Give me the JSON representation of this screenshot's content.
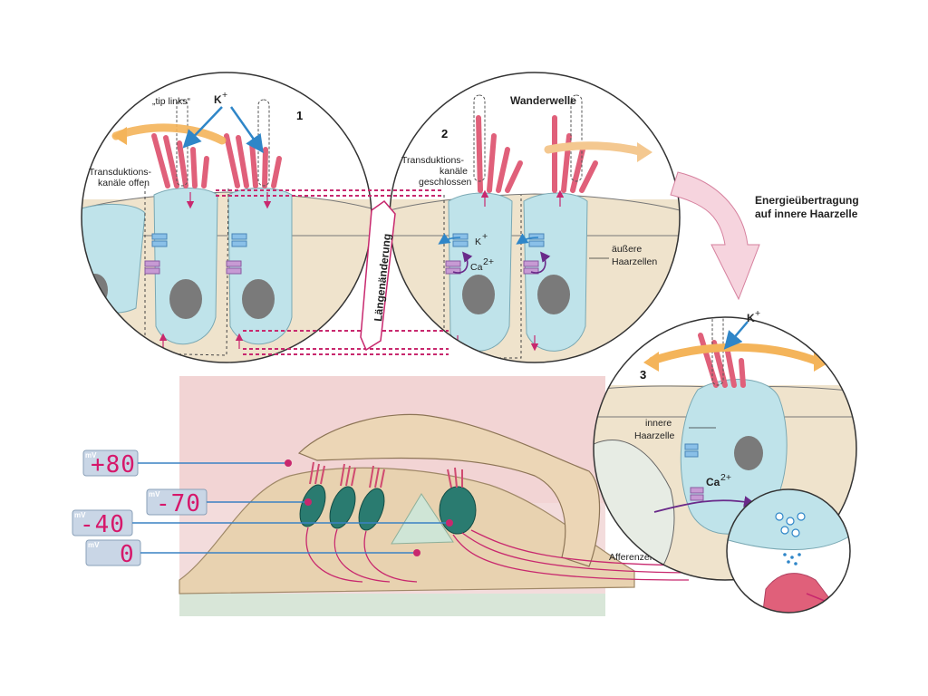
{
  "panel1": {
    "number": "1",
    "tip_links": "„tip links“",
    "k_ion": "K",
    "k_sup": "+",
    "channels_line1": "Transduktions-",
    "channels_line2": "kanäle offen"
  },
  "panel2": {
    "number": "2",
    "wave": "Wanderwelle",
    "channels_line1": "Transduktions-",
    "channels_line2": "kanäle",
    "channels_line3": "geschlossen",
    "k_ion": "K",
    "k_sup": "+",
    "ca_ion": "Ca",
    "ca_sup": "2+",
    "outer_line1": "äußere",
    "outer_line2": "Haarzellen"
  },
  "length_change": "Längenänderung",
  "energy": {
    "line1": "Energieübertragung",
    "line2": "auf innere Haarzelle"
  },
  "panel3": {
    "number": "3",
    "k_ion": "K",
    "k_sup": "+",
    "inner_line1": "innere",
    "inner_line2": "Haarzelle",
    "ca_ion": "Ca",
    "ca_sup": "2+"
  },
  "afferents": "Afferenzen",
  "potentials": [
    {
      "unit": "mV",
      "value": "+80"
    },
    {
      "unit": "mV",
      "value": "-70"
    },
    {
      "unit": "mV",
      "value": "-40"
    },
    {
      "unit": "mV",
      "value": "0"
    }
  ],
  "colors": {
    "cell": "#bfe3ea",
    "cell_stroke": "#8ab5c0",
    "tissue": "#efe3cc",
    "stereocilia": "#e0607a",
    "potassium": "#2f86c8",
    "magenta": "#c8286e",
    "orange": "#f4b45a",
    "teal_cell": "#1f6a62"
  }
}
